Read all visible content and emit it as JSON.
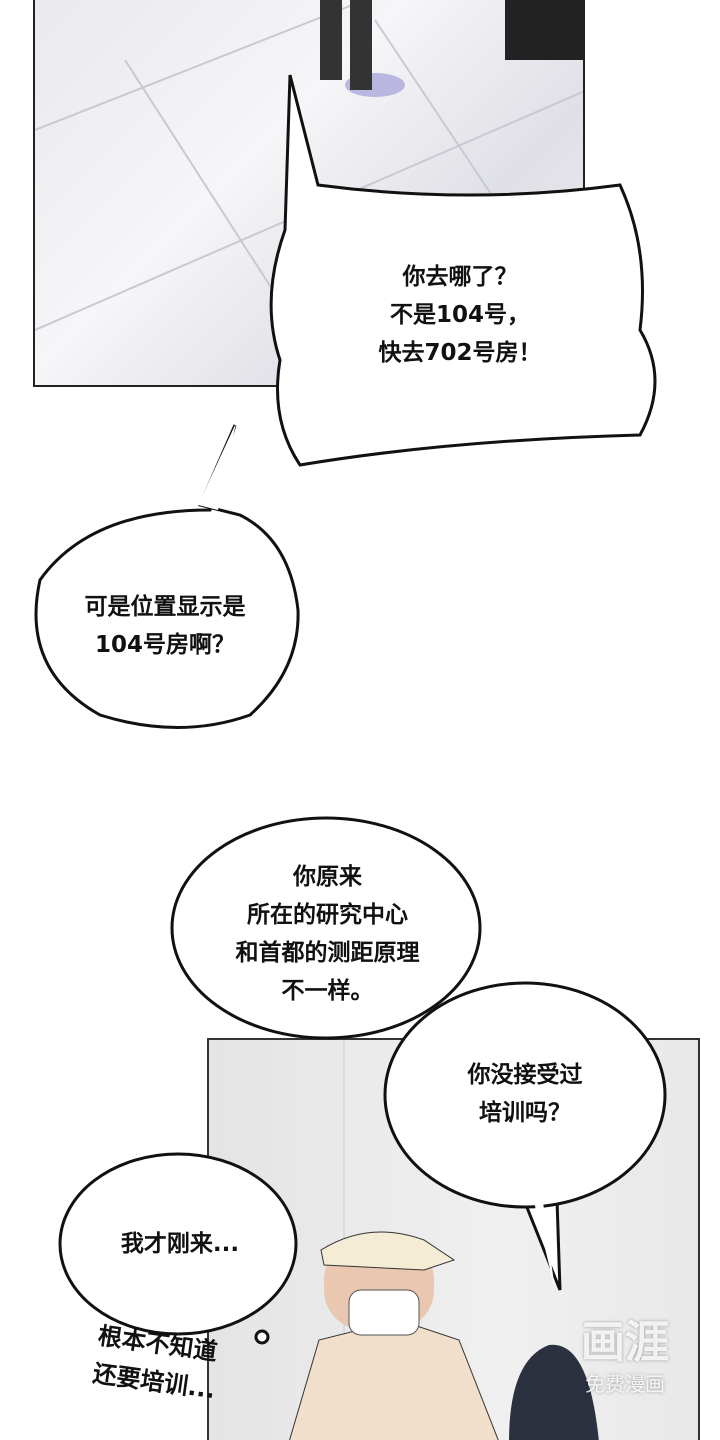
{
  "bubbles": {
    "b1": "你去哪了？\n不是104号，\n快去702号房！",
    "b2": "可是位置显示是\n104号房啊？",
    "b3": "你原来\n所在的研究中心\n和首都的测距原理\n不一样。",
    "b4": "你没接受过\n培训吗？",
    "b5": "我才刚来...",
    "thought": "根本不知道\n还要培训..."
  },
  "watermark": {
    "logo": "画涯",
    "subtitle": "免费漫画"
  }
}
